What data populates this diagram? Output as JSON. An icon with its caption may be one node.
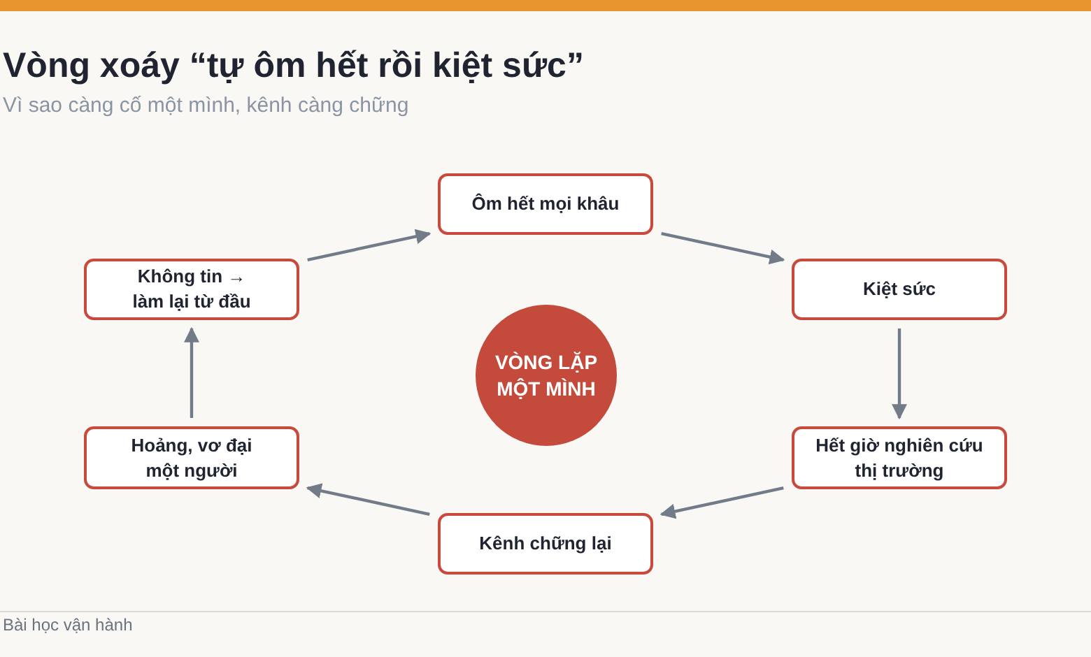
{
  "diagram": {
    "title": "Vòng xoáy “tự ôm hết rồi kiệt sức”",
    "caption": "Vì sao càng cố một mình, kênh càng chững",
    "nodes": [
      {
        "text": [
          "Ôm hết mọi khâu"
        ]
      },
      {
        "text": [
          "Kiệt sức"
        ]
      },
      {
        "text": [
          "Hết giờ nghiên cứu thị trường"
        ]
      },
      {
        "text": [
          "Kênh chững lại"
        ]
      },
      {
        "text": [
          "Hoảng, vơ đại một người"
        ]
      },
      {
        "text": [
          "Không tin → làm lại từ đầu"
        ]
      },
      {
        "text": [
          "VÒNG LẶP MỘT MÌNH"
        ]
      }
    ],
    "edges": [
      {
        "from": 5,
        "to": 0,
        "arrow": "to"
      },
      {
        "from": 0,
        "to": 1,
        "arrow": "to"
      },
      {
        "from": 1,
        "to": 2,
        "arrow": "to"
      },
      {
        "from": 2,
        "to": 3,
        "arrow": "to"
      },
      {
        "from": 3,
        "to": 4,
        "arrow": "to"
      },
      {
        "from": 4,
        "to": 5,
        "arrow": "to"
      }
    ],
    "labels": [
      "Bài học vận hành"
    ]
  }
}
